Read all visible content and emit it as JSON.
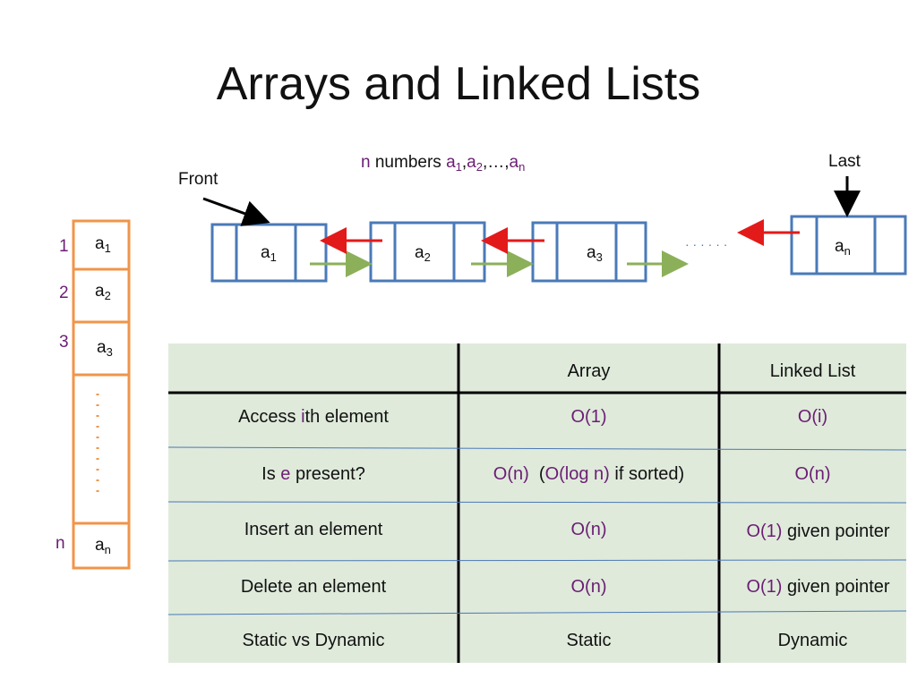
{
  "slide": {
    "title": "Arrays and Linked Lists"
  },
  "diagram": {
    "caption_prefix": "n",
    "caption_word": "numbers",
    "caption_seq": [
      "a",
      "1",
      ",",
      "a",
      "2",
      ",…,",
      "a",
      "n"
    ],
    "front_label": "Front",
    "last_label": "Last",
    "ellipsis": "· · · · · ·",
    "nodes": [
      {
        "base": "a",
        "sub": "1"
      },
      {
        "base": "a",
        "sub": "2"
      },
      {
        "base": "a",
        "sub": "3"
      },
      {
        "base": "a",
        "sub": "n"
      }
    ],
    "array_indices": [
      "1",
      "2",
      "3",
      "n"
    ],
    "array_cells": [
      {
        "base": "a",
        "sub": "1"
      },
      {
        "base": "a",
        "sub": "2"
      },
      {
        "base": "a",
        "sub": "3"
      },
      {
        "base": "a",
        "sub": "n"
      }
    ]
  },
  "table": {
    "headers": [
      "",
      "Array",
      "Linked List"
    ],
    "rows": [
      {
        "op_parts": [
          "Access ",
          "i",
          "th element"
        ],
        "array": "O(1)",
        "list": "O(i)"
      },
      {
        "op_parts": [
          "Is ",
          "e",
          " present?"
        ],
        "array_parts": [
          "O(n)",
          "  (",
          "O(log n)",
          " if sorted)"
        ],
        "list": "O(n)"
      },
      {
        "op_parts": [
          "Insert an element"
        ],
        "array": "O(n)",
        "list_parts": [
          "O(1)",
          " given pointer"
        ]
      },
      {
        "op_parts": [
          "Delete an element"
        ],
        "array": "O(n)",
        "list_parts": [
          "O(1)",
          " given pointer"
        ]
      },
      {
        "op_parts": [
          "Static vs Dynamic"
        ],
        "array_plain": "Static",
        "list_plain": "Dynamic"
      }
    ]
  },
  "colors": {
    "node_border": "#4a7ab8",
    "array_border": "#f0954a",
    "next_arrow": "#8cb05a",
    "prev_arrow": "#e31a1a",
    "accent_text": "#6b1e73",
    "table_fill": "#dfeadb",
    "row_divider": "#4a78b5"
  }
}
